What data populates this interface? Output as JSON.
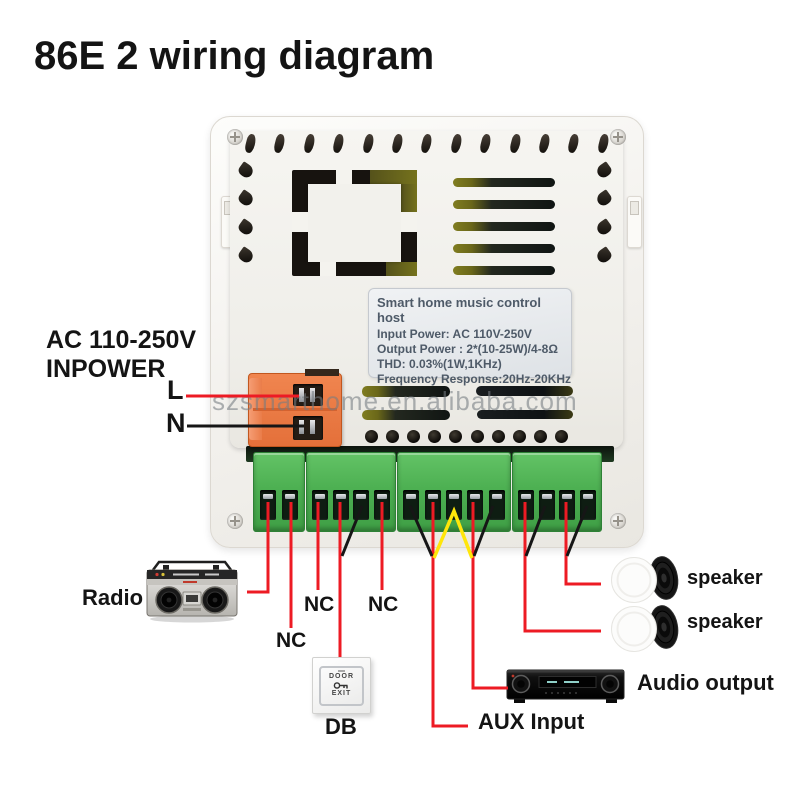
{
  "title": "86E 2 wiring diagram",
  "watermark": "szsmarthome.en.alibaba.com",
  "colors": {
    "wire_live_red": "#ed1b24",
    "wire_neutral_black": "#161616",
    "wire_shared_yellow": "#ffe60a",
    "terminal_green": "#4db052",
    "connector_orange": "#e8764a",
    "device_white": "#f2f0ec"
  },
  "power_input": {
    "heading_line1": "AC 110-250V",
    "heading_line2": "INPOWER",
    "live": "L",
    "neutral": "N"
  },
  "device": {
    "label_lines": [
      "Smart home music control host",
      "Input Power: AC 110V-250V",
      "Output Power : 2*(10-25W)/4-8Ω",
      "THD: 0.03%(1W,1KHz)",
      "Frequency Response:20Hz-20KHz"
    ],
    "terminal_blocks": [
      {
        "terminals": 2
      },
      {
        "terminals": 4
      },
      {
        "terminals": 5
      },
      {
        "terminals": 4
      }
    ]
  },
  "peripherals": {
    "radio": "Radio",
    "nc": [
      "NC",
      "NC",
      "NC"
    ],
    "door_button_label": "DB",
    "door_button": {
      "top": "DOOR",
      "bottom": "EXIT"
    },
    "aux_input": "AUX Input",
    "audio_output": "Audio output",
    "speakers": [
      "speaker",
      "speaker"
    ]
  }
}
